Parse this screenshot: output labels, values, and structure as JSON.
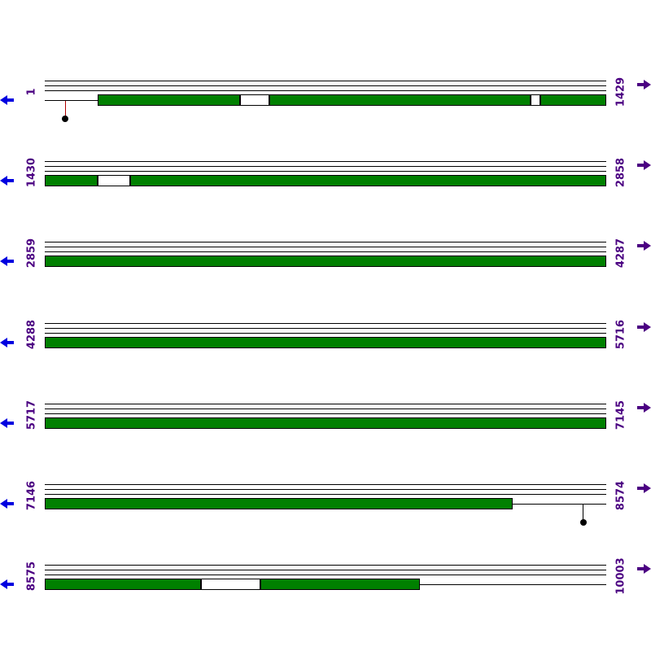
{
  "figure": {
    "sequence_length": 10003,
    "bases_per_row": 1429,
    "colors": {
      "feature_fill": "#008000",
      "gap_fill": "#ffffff",
      "line": "#000000",
      "label": "#4B0082",
      "left_arrow": "#0000e0",
      "right_arrow": "#4B0082",
      "marker_dot": "#000000"
    }
  },
  "rows": [
    {
      "start": 1,
      "end": 1429,
      "start_label": "1",
      "end_label": "1429",
      "boxes": [
        {
          "from": 135,
          "to": 497,
          "fill": "green"
        },
        {
          "from": 497,
          "to": 572,
          "fill": "white"
        },
        {
          "from": 572,
          "to": 1236,
          "fill": "green"
        },
        {
          "from": 1236,
          "to": 1261,
          "fill": "white"
        },
        {
          "from": 1261,
          "to": 1429,
          "fill": "green"
        }
      ],
      "markers": [
        {
          "pos": 52,
          "stem_color": "#b00000"
        }
      ]
    },
    {
      "start": 1430,
      "end": 2858,
      "start_label": "1430",
      "end_label": "2858",
      "boxes": [
        {
          "from": 1430,
          "to": 1564,
          "fill": "green"
        },
        {
          "from": 1564,
          "to": 1647,
          "fill": "white"
        },
        {
          "from": 1647,
          "to": 2858,
          "fill": "green"
        }
      ],
      "markers": []
    },
    {
      "start": 2859,
      "end": 4287,
      "start_label": "2859",
      "end_label": "4287",
      "boxes": [
        {
          "from": 2859,
          "to": 4287,
          "fill": "green"
        }
      ],
      "markers": []
    },
    {
      "start": 4288,
      "end": 5716,
      "start_label": "4288",
      "end_label": "5716",
      "boxes": [
        {
          "from": 4288,
          "to": 5716,
          "fill": "green"
        }
      ],
      "markers": []
    },
    {
      "start": 5717,
      "end": 7145,
      "start_label": "5717",
      "end_label": "7145",
      "boxes": [
        {
          "from": 5717,
          "to": 7145,
          "fill": "green"
        }
      ],
      "markers": []
    },
    {
      "start": 7146,
      "end": 8574,
      "start_label": "7146",
      "end_label": "8574",
      "boxes": [
        {
          "from": 7146,
          "to": 8337,
          "fill": "green"
        }
      ],
      "markers": [
        {
          "pos": 8515,
          "stem_color": "#000000"
        }
      ]
    },
    {
      "start": 8575,
      "end": 10003,
      "start_label": "8575",
      "end_label": "10003",
      "boxes": [
        {
          "from": 8575,
          "to": 8973,
          "fill": "green"
        },
        {
          "from": 8973,
          "to": 9124,
          "fill": "white"
        },
        {
          "from": 9124,
          "to": 9530,
          "fill": "green"
        }
      ],
      "markers": []
    }
  ]
}
